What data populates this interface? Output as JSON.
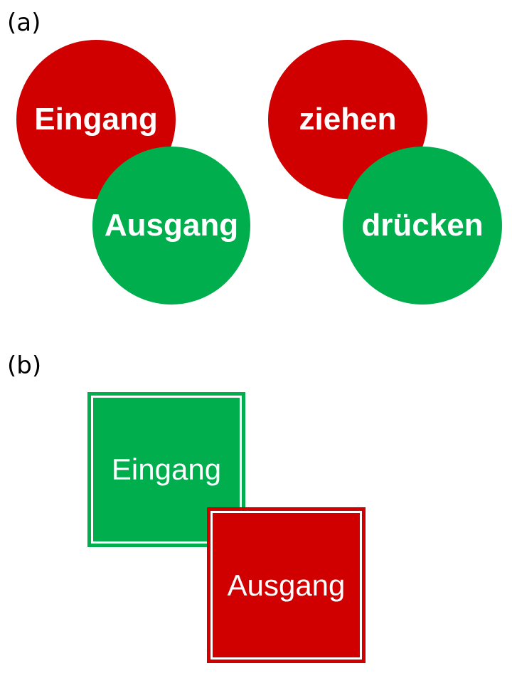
{
  "panel_a": {
    "label": "(a)",
    "pair1": {
      "red": "Eingang",
      "green": "Ausgang"
    },
    "pair2": {
      "red": "ziehen",
      "green": "drücken"
    }
  },
  "panel_b": {
    "label": "(b)",
    "green_square": "Eingang",
    "red_square": "Ausgang"
  },
  "colors": {
    "red": "#d00000",
    "green": "#00ae4e"
  }
}
